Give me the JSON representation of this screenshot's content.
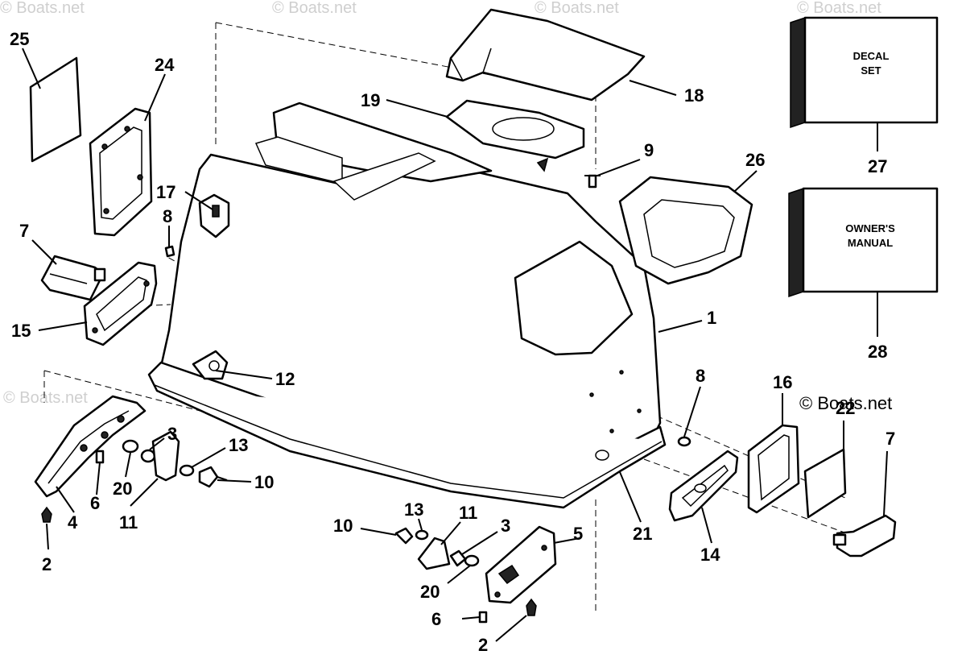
{
  "watermarks": {
    "text": "© Boats.net",
    "corner_text": "© Boats.net"
  },
  "boxes": {
    "decal_set": {
      "line1": "DECAL",
      "line2": "SET"
    },
    "owners_manual": {
      "line1": "OWNER'S",
      "line2": "MANUAL"
    }
  },
  "labels": {
    "n25": "25",
    "n24": "24",
    "n7a": "7",
    "n15": "15",
    "n17": "17",
    "n8a": "8",
    "n19": "19",
    "n18": "18",
    "n9": "9",
    "n26": "26",
    "n27": "27",
    "n28": "28",
    "n1": "1",
    "n12": "12",
    "n8b": "8",
    "n16": "16",
    "n22": "22",
    "n7b": "7",
    "n21": "21",
    "n14": "14",
    "n4": "4",
    "n2a": "2",
    "n6a": "6",
    "n20a": "20",
    "n11a": "11",
    "n3a": "3",
    "n13a": "13",
    "n10a": "10",
    "n10b": "10",
    "n13b": "13",
    "n11b": "11",
    "n3b": "3",
    "n5": "5",
    "n20b": "20",
    "n6b": "6",
    "n2b": "2"
  }
}
